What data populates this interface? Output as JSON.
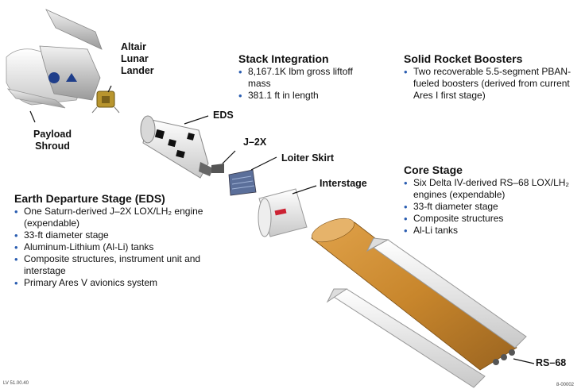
{
  "labels": {
    "payload_shroud": [
      "Payload",
      "Shroud"
    ],
    "altair": [
      "Altair",
      "Lunar",
      "Lander"
    ],
    "eds": "EDS",
    "j2x": "J–2X",
    "loiter_skirt": "Loiter Skirt",
    "interstage": "Interstage",
    "rs68": "RS–68"
  },
  "stack": {
    "title": "Stack Integration",
    "bullets": [
      "8,167.1K lbm gross liftoff mass",
      "381.1 ft in length"
    ]
  },
  "srb": {
    "title": "Solid Rocket Boosters",
    "bullets": [
      "Two recoverable 5.5-segment PBAN-fueled boosters (derived from current Ares I first stage)"
    ]
  },
  "core": {
    "title": "Core Stage",
    "bullets": [
      "Six Delta IV-derived RS–68 LOX/LH₂ engines (expendable)",
      "33-ft diameter stage",
      "Composite structures",
      "Al-Li tanks"
    ]
  },
  "eds_section": {
    "title": "Earth Departure Stage (EDS)",
    "bullets": [
      "One Saturn-derived J–2X LOX/LH₂ engine (expendable)",
      "33-ft diameter stage",
      "Aluminum-Lithium (Al-Li) tanks",
      "Composite structures, instrument unit and interstage",
      "Primary Ares V avionics system"
    ]
  },
  "footer": {
    "left": "LV 51.00.40",
    "right": "8-00002"
  },
  "colors": {
    "core": "#c8862c",
    "bullet": "#2a5db0"
  }
}
